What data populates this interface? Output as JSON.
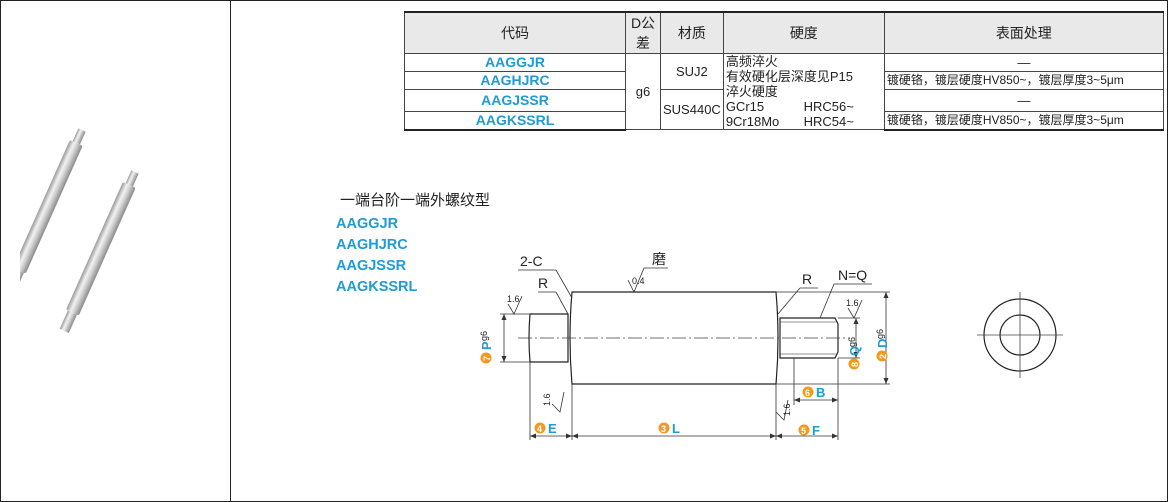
{
  "table": {
    "headers": [
      "代码",
      "D公差",
      "材质",
      "硬度",
      "表面处理"
    ],
    "codes": [
      "AAGGJR",
      "AAGHJRC",
      "AAGJSSR",
      "AAGKSSRL"
    ],
    "tolerance": "g6",
    "materials": [
      "SUJ2",
      "SUS440C"
    ],
    "hardness_lines": [
      "高频淬火",
      "有效硬化层深度见P15",
      "淬火硬度"
    ],
    "hardness_rows": [
      {
        "material": "GCr15",
        "value": "HRC56~"
      },
      {
        "material": "9Cr18Mo",
        "value": "HRC54~"
      }
    ],
    "surface": [
      "—",
      "镀硬铬，镀层硬度HV850~，镀层厚度3~5μm",
      "—",
      "镀硬铬，镀层硬度HV850~，镀层厚度3~5μm"
    ]
  },
  "drawing": {
    "heading": "一端台阶一端外螺纹型",
    "codes": [
      "AAGGJR",
      "AAGHJRC",
      "AAGJSSR",
      "AAGKSSRL"
    ],
    "labels": {
      "chamfer": "2-C",
      "radius_left": "R",
      "radius_right": "R",
      "grind": "磨",
      "roughness_04": "0.4",
      "roughness_16": "1.6",
      "thread": "N=Q",
      "dim_E": "E",
      "dim_L": "L",
      "dim_F": "F",
      "dim_B": "B",
      "dim_P": "P",
      "dim_P_tol": "g6",
      "dim_Q": "Q",
      "dim_Q_tol": "g6",
      "dim_D": "D",
      "dim_D_tol": "g6",
      "num_E": "4",
      "num_L": "3",
      "num_F": "5",
      "num_B": "6",
      "num_P": "7",
      "num_Q": "8",
      "num_D": "2"
    },
    "colors": {
      "accent": "#1f9bd6",
      "badge": "#f39a1e"
    }
  }
}
